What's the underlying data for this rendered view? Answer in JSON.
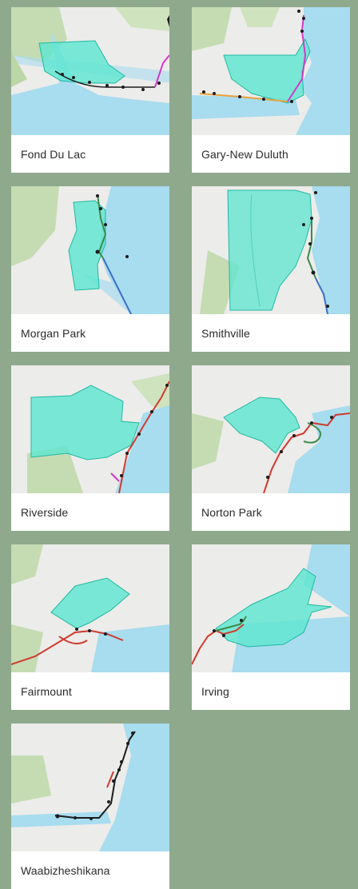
{
  "colors": {
    "page_background": "#8fa98d",
    "card_background": "#ffffff",
    "water": "#a8dcef",
    "land": "#ececea",
    "park": "#bcd7a7",
    "neighborhood_fill": "#5ce6cf",
    "neighborhood_stroke": "#1fb9a2",
    "trail_magenta": "#d339c9",
    "trail_red": "#cf3b2f",
    "trail_orange": "#eaa23b",
    "trail_blue": "#3d6fc8",
    "trail_green": "#3c8a4a"
  },
  "neighborhoods": [
    {
      "name": "Fond Du Lac",
      "icon": "map-thumbnail"
    },
    {
      "name": "Gary-New Duluth",
      "icon": "map-thumbnail"
    },
    {
      "name": "Morgan Park",
      "icon": "map-thumbnail"
    },
    {
      "name": "Smithville",
      "icon": "map-thumbnail"
    },
    {
      "name": "Riverside",
      "icon": "map-thumbnail"
    },
    {
      "name": "Norton Park",
      "icon": "map-thumbnail"
    },
    {
      "name": "Fairmount",
      "icon": "map-thumbnail"
    },
    {
      "name": "Irving",
      "icon": "map-thumbnail"
    },
    {
      "name": "Waabizheshikana",
      "icon": "map-thumbnail"
    }
  ]
}
